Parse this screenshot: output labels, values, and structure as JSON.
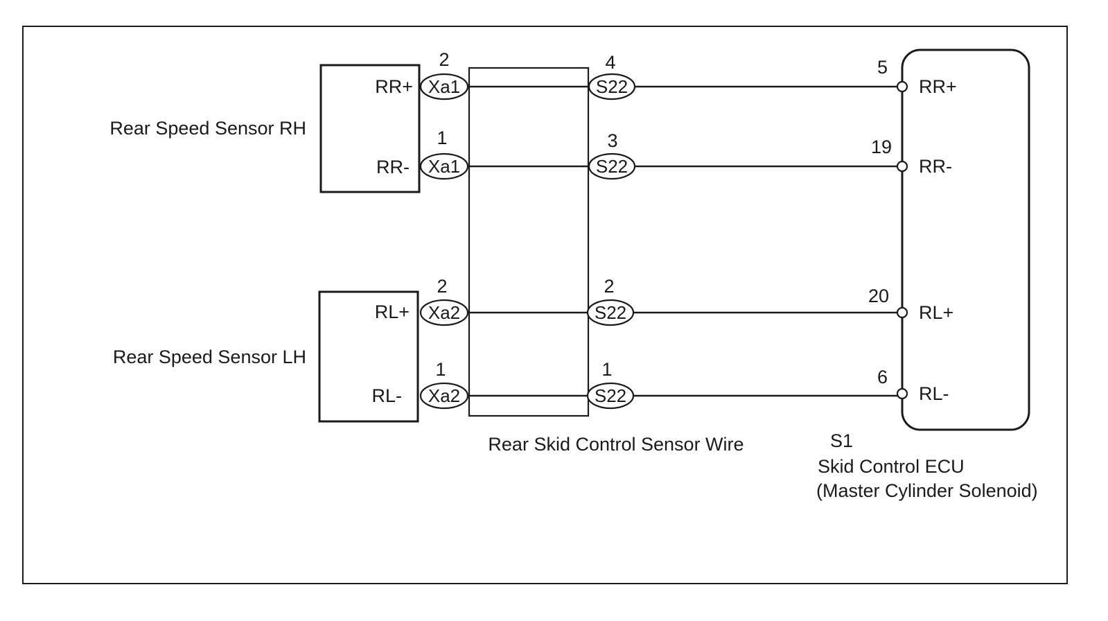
{
  "sensor_rh": {
    "name": "Rear Speed Sensor RH",
    "pins": [
      {
        "label": "RR+",
        "connector": "Xa1",
        "pin": "2"
      },
      {
        "label": "RR-",
        "connector": "Xa1",
        "pin": "1"
      }
    ]
  },
  "sensor_lh": {
    "name": "Rear Speed Sensor LH",
    "pins": [
      {
        "label": "RL+",
        "connector": "Xa2",
        "pin": "2"
      },
      {
        "label": "RL-",
        "connector": "Xa2",
        "pin": "1"
      }
    ]
  },
  "wire_harness": {
    "name": "Rear Skid Control Sensor Wire",
    "connectors": [
      {
        "connector": "S22",
        "pin": "4"
      },
      {
        "connector": "S22",
        "pin": "3"
      },
      {
        "connector": "S22",
        "pin": "2"
      },
      {
        "connector": "S22",
        "pin": "1"
      }
    ]
  },
  "ecu": {
    "code": "S1",
    "name": "Skid Control ECU",
    "subtitle": "(Master Cylinder Solenoid)",
    "terminals": [
      {
        "pin": "5",
        "label": "RR+"
      },
      {
        "pin": "19",
        "label": "RR-"
      },
      {
        "pin": "20",
        "label": "RL+"
      },
      {
        "pin": "6",
        "label": "RL-"
      }
    ]
  }
}
